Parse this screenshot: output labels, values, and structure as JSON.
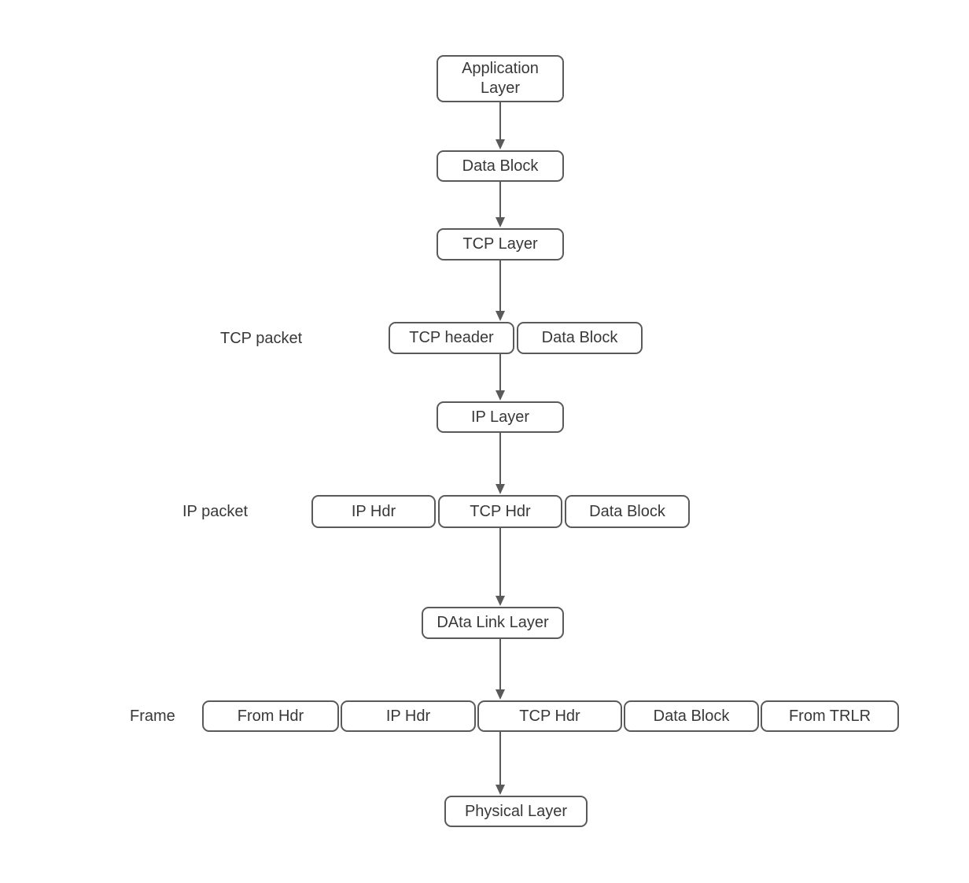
{
  "diagram": {
    "type": "flowchart",
    "subject": "TCP/IP data encapsulation",
    "colors": {
      "background": "#ffffff",
      "box_fill": "#ffffff",
      "box_border": "#5a5a5a",
      "text": "#383838",
      "arrow": "#5a5a5a"
    },
    "flow": {
      "application_layer": "Application Layer",
      "data_block": "Data Block",
      "tcp_layer": "TCP Layer",
      "tcp_packet": {
        "label": "TCP packet",
        "cells": [
          "TCP header",
          "Data Block"
        ]
      },
      "ip_layer": "IP Layer",
      "ip_packet": {
        "label": "IP packet",
        "cells": [
          "IP Hdr",
          "TCP Hdr",
          "Data Block"
        ]
      },
      "data_link_layer": "DAta Link Layer",
      "frame": {
        "label": "Frame",
        "cells": [
          "From Hdr",
          "IP Hdr",
          "TCP Hdr",
          "Data Block",
          "From TRLR"
        ]
      },
      "physical_layer": "Physical Layer"
    }
  }
}
